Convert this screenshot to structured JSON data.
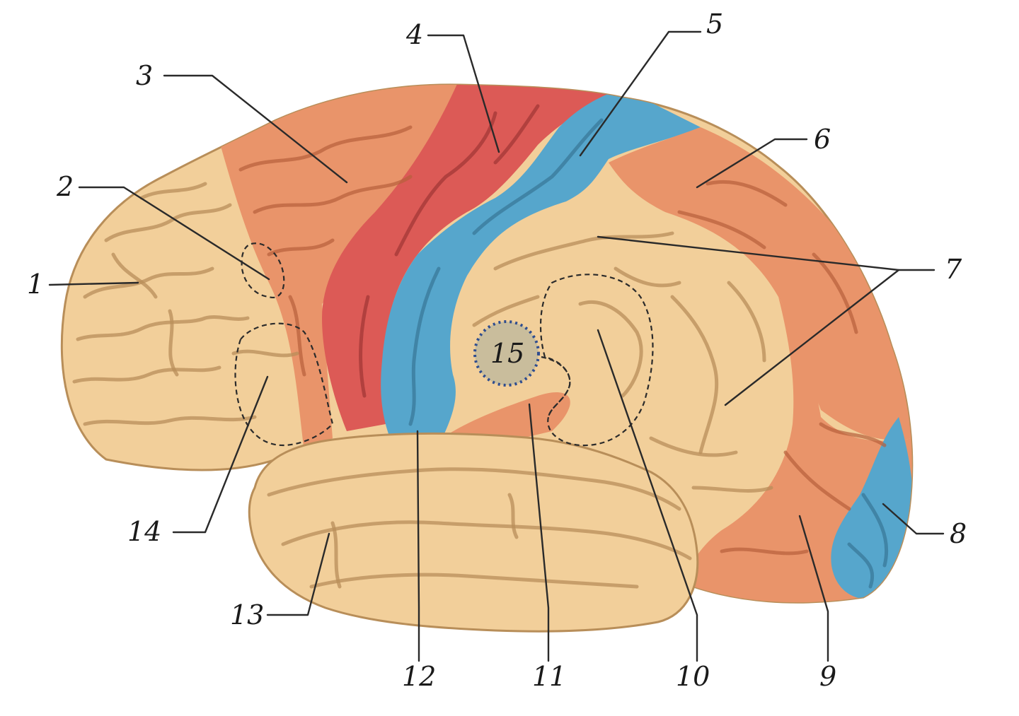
{
  "labels": [
    {
      "id": "label-1",
      "text": "1"
    },
    {
      "id": "label-2",
      "text": "2"
    },
    {
      "id": "label-3",
      "text": "3"
    },
    {
      "id": "label-4",
      "text": "4"
    },
    {
      "id": "label-5",
      "text": "5"
    },
    {
      "id": "label-6",
      "text": "6"
    },
    {
      "id": "label-7",
      "text": "7"
    },
    {
      "id": "label-8",
      "text": "8"
    },
    {
      "id": "label-9",
      "text": "9"
    },
    {
      "id": "label-10",
      "text": "10"
    },
    {
      "id": "label-11",
      "text": "11"
    },
    {
      "id": "label-12",
      "text": "12"
    },
    {
      "id": "label-13",
      "text": "13"
    },
    {
      "id": "label-14",
      "text": "14"
    },
    {
      "id": "label-15",
      "text": "15"
    }
  ],
  "colors": {
    "association_cortex": "#f2cf9a",
    "secondary_cortex": "#e9946a",
    "motor_cortex": "#dc5a56",
    "sensory_cortex": "#56a6cc",
    "marker_15_fill": "#c9bd9c",
    "marker_15_border": "#2f4d8f"
  }
}
